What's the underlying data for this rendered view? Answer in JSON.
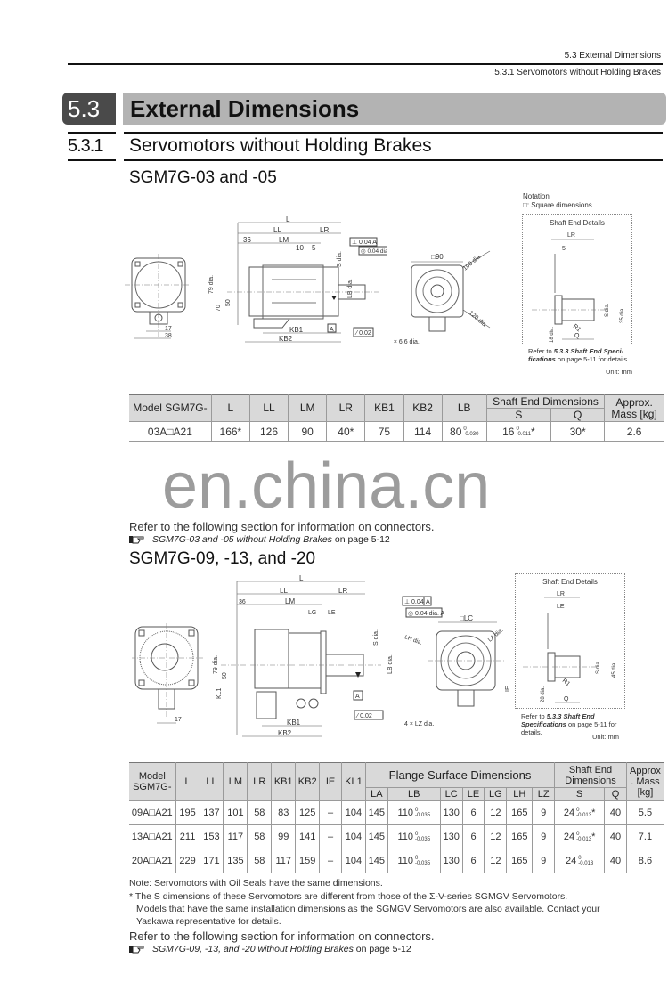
{
  "running_header": {
    "section": "5.3  External Dimensions",
    "subsection": "5.3.1  Servomotors without Holding Brakes"
  },
  "section": {
    "number": "5.3",
    "title": "External Dimensions"
  },
  "subsection": {
    "number": "5.3.1",
    "title": "Servomotors without Holding Brakes"
  },
  "watermark": "en.china.cn",
  "part1": {
    "title": "SGM7G-03 and -05",
    "notation": {
      "heading": "Notation",
      "square": "□: Square dimensions"
    },
    "drawing_labels": {
      "L": "L",
      "LL": "LL",
      "LR": "LR",
      "LM": "LM",
      "d36": "36",
      "d10": "10",
      "d5": "5",
      "d79": "79 dia.",
      "d70": "70",
      "d50": "50",
      "d17": "17",
      "d38": "38",
      "KB1": "KB1",
      "KB2": "KB2",
      "S": "S dia.",
      "LB": "LB dia.",
      "datum": "A",
      "perp": "0.04",
      "conc": "0.04 dia.",
      "runout": "0.02",
      "sq90": "□90",
      "d100": "100 dia.",
      "d120": "120 dia.",
      "holes": "4 × 6.6 dia."
    },
    "shaft_end": {
      "title": "Shaft End Details",
      "LR": "LR",
      "d5": "5",
      "S": "S dia.",
      "d35": "35 dia.",
      "d18": "18 dia.",
      "R1": "R1",
      "Q": "Q"
    },
    "refer_small": {
      "prefix": "Refer to ",
      "link": "5.3.3 Shaft End Speci-fications",
      "suffix": " on page 5-11 for details."
    },
    "unit": "Unit: mm",
    "table": {
      "headers": [
        "Model SGM7G-",
        "L",
        "LL",
        "LM",
        "LR",
        "KB1",
        "KB2",
        "LB",
        "Shaft End Dimensions",
        "Approx. Mass [kg]"
      ],
      "sub_headers": [
        "S",
        "Q"
      ],
      "rows": [
        {
          "model": "03A□A21",
          "L": "166*",
          "LL": "126",
          "LM": "90",
          "LR": "40*",
          "KB1": "75",
          "KB2": "114",
          "LB": "80",
          "LB_tol_up": "0",
          "LB_tol_low": "-0.030",
          "S": "16",
          "S_tol_up": "0",
          "S_tol_low": "-0.011",
          "S_mark": "*",
          "Q": "30*",
          "mass": "2.6"
        }
      ]
    },
    "refer": "Refer to the following section for information on connectors.",
    "xref": {
      "title": "SGM7G-03 and -05 without Holding Brakes",
      "page": " on page 5-12"
    }
  },
  "part2": {
    "title": "SGM7G-09, -13, and -20",
    "drawing_labels": {
      "L": "L",
      "LL": "LL",
      "LR": "LR",
      "LM": "LM",
      "d36": "36",
      "LG": "LG",
      "LE": "LE",
      "d79": "79 dia.",
      "d50": "50",
      "KL1": "KL1",
      "d17": "17",
      "KB1": "KB1",
      "KB2": "KB2",
      "S": "S dia.",
      "LB": "LB dia.",
      "datum": "A",
      "perp": "0.04",
      "conc": "0.04 dia.",
      "runout": "0.02",
      "sqLC": "□LC",
      "LA": "LA dia.",
      "LH": "LH dia.",
      "IE": "IE",
      "holes": "4 × LZ dia."
    },
    "shaft_end": {
      "title": "Shaft End Details",
      "LR": "LR",
      "LE": "LE",
      "S": "S dia.",
      "d45": "45 dia.",
      "d28": "28 dia.",
      "R1": "R1",
      "Q": "Q"
    },
    "refer_small": {
      "prefix": "Refer to ",
      "link": "5.3.3 Shaft End Specifications",
      "suffix": " on page 5-11 for details."
    },
    "unit": "Unit: mm",
    "table": {
      "headers": [
        "Model SGM7G-",
        "L",
        "LL",
        "LM",
        "LR",
        "KB1",
        "KB2",
        "IE",
        "KL1",
        "Flange Surface Dimensions",
        "Shaft End Dimensions",
        "Approx . Mass [kg]"
      ],
      "flange_sub": [
        "LA",
        "LB",
        "LC",
        "LE",
        "LG",
        "LH",
        "LZ"
      ],
      "shaft_sub": [
        "S",
        "Q"
      ],
      "rows": [
        {
          "model": "09A□A21",
          "L": "195",
          "LL": "137",
          "LM": "101",
          "LR": "58",
          "KB1": "83",
          "KB2": "125",
          "IE": "–",
          "KL1": "104",
          "LA": "145",
          "LB": "110",
          "LB_tol_up": "0",
          "LB_tol_low": "-0.035",
          "LC": "130",
          "LE": "6",
          "LG": "12",
          "LH": "165",
          "LZ": "9",
          "S": "24",
          "S_tol_up": "0",
          "S_tol_low": "-0.013",
          "S_mark": "*",
          "Q": "40",
          "mass": "5.5"
        },
        {
          "model": "13A□A21",
          "L": "211",
          "LL": "153",
          "LM": "117",
          "LR": "58",
          "KB1": "99",
          "KB2": "141",
          "IE": "–",
          "KL1": "104",
          "LA": "145",
          "LB": "110",
          "LB_tol_up": "0",
          "LB_tol_low": "-0.035",
          "LC": "130",
          "LE": "6",
          "LG": "12",
          "LH": "165",
          "LZ": "9",
          "S": "24",
          "S_tol_up": "0",
          "S_tol_low": "-0.013",
          "S_mark": "*",
          "Q": "40",
          "mass": "7.1"
        },
        {
          "model": "20A□A21",
          "L": "229",
          "LL": "171",
          "LM": "135",
          "LR": "58",
          "KB1": "117",
          "KB2": "159",
          "IE": "–",
          "KL1": "104",
          "LA": "145",
          "LB": "110",
          "LB_tol_up": "0",
          "LB_tol_low": "-0.035",
          "LC": "130",
          "LE": "6",
          "LG": "12",
          "LH": "165",
          "LZ": "9",
          "S": "24",
          "S_tol_up": "0",
          "S_tol_low": "-0.013",
          "S_mark": "",
          "Q": "40",
          "mass": "8.6"
        }
      ]
    },
    "notes": {
      "note1": "Note: Servomotors with Oil Seals have the same dimensions.",
      "note2_line1": "* The S dimensions of these Servomotors are different from those of the Σ-V-series SGMGV Servomotors.",
      "note2_line2": "Models that have the same installation dimensions as the SGMGV Servomotors are also available. Contact your",
      "note2_line3": "Yaskawa representative for details."
    },
    "refer": "Refer to the following section for information on connectors.",
    "xref": {
      "title": "SGM7G-09, -13, and -20 without Holding Brakes",
      "page": " on page 5-12"
    }
  }
}
